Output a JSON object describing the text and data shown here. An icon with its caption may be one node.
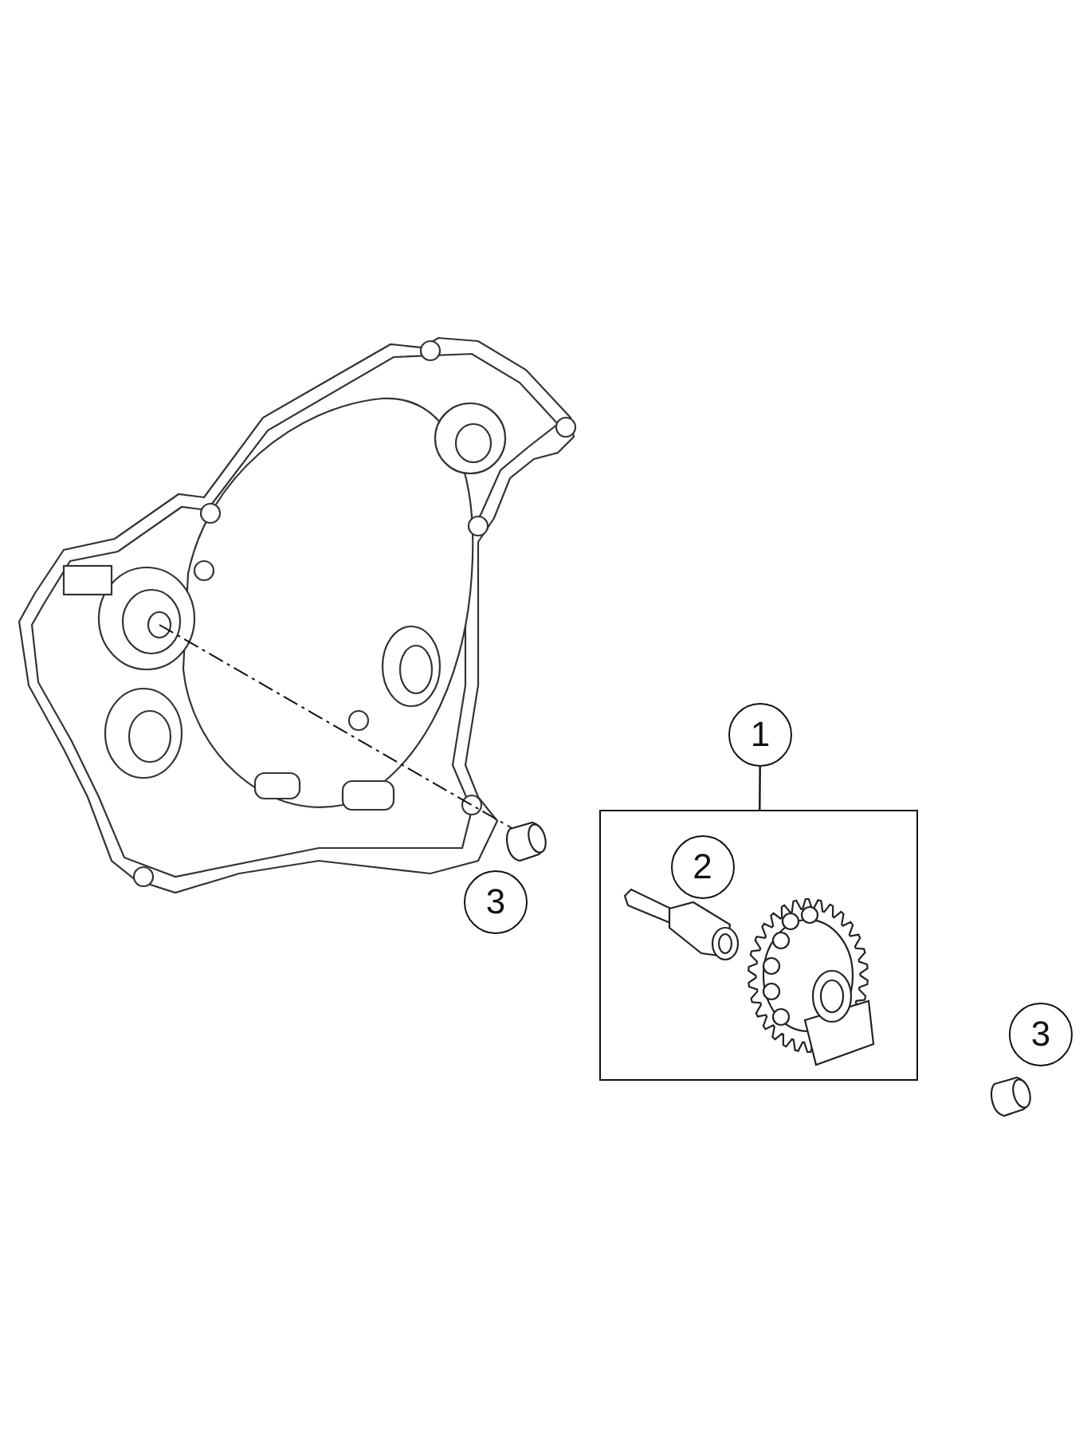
{
  "diagram": {
    "nodes": [
      {
        "text": [
          "1"
        ]
      },
      {
        "text": [],
        "shape": "box"
      },
      {
        "text": [
          "2"
        ],
        "in": 1
      },
      {
        "text": [
          "3"
        ]
      },
      {
        "text": [
          "3"
        ]
      }
    ],
    "edges": [
      {
        "from": 0,
        "to": 1,
        "arrow": "none"
      }
    ]
  }
}
